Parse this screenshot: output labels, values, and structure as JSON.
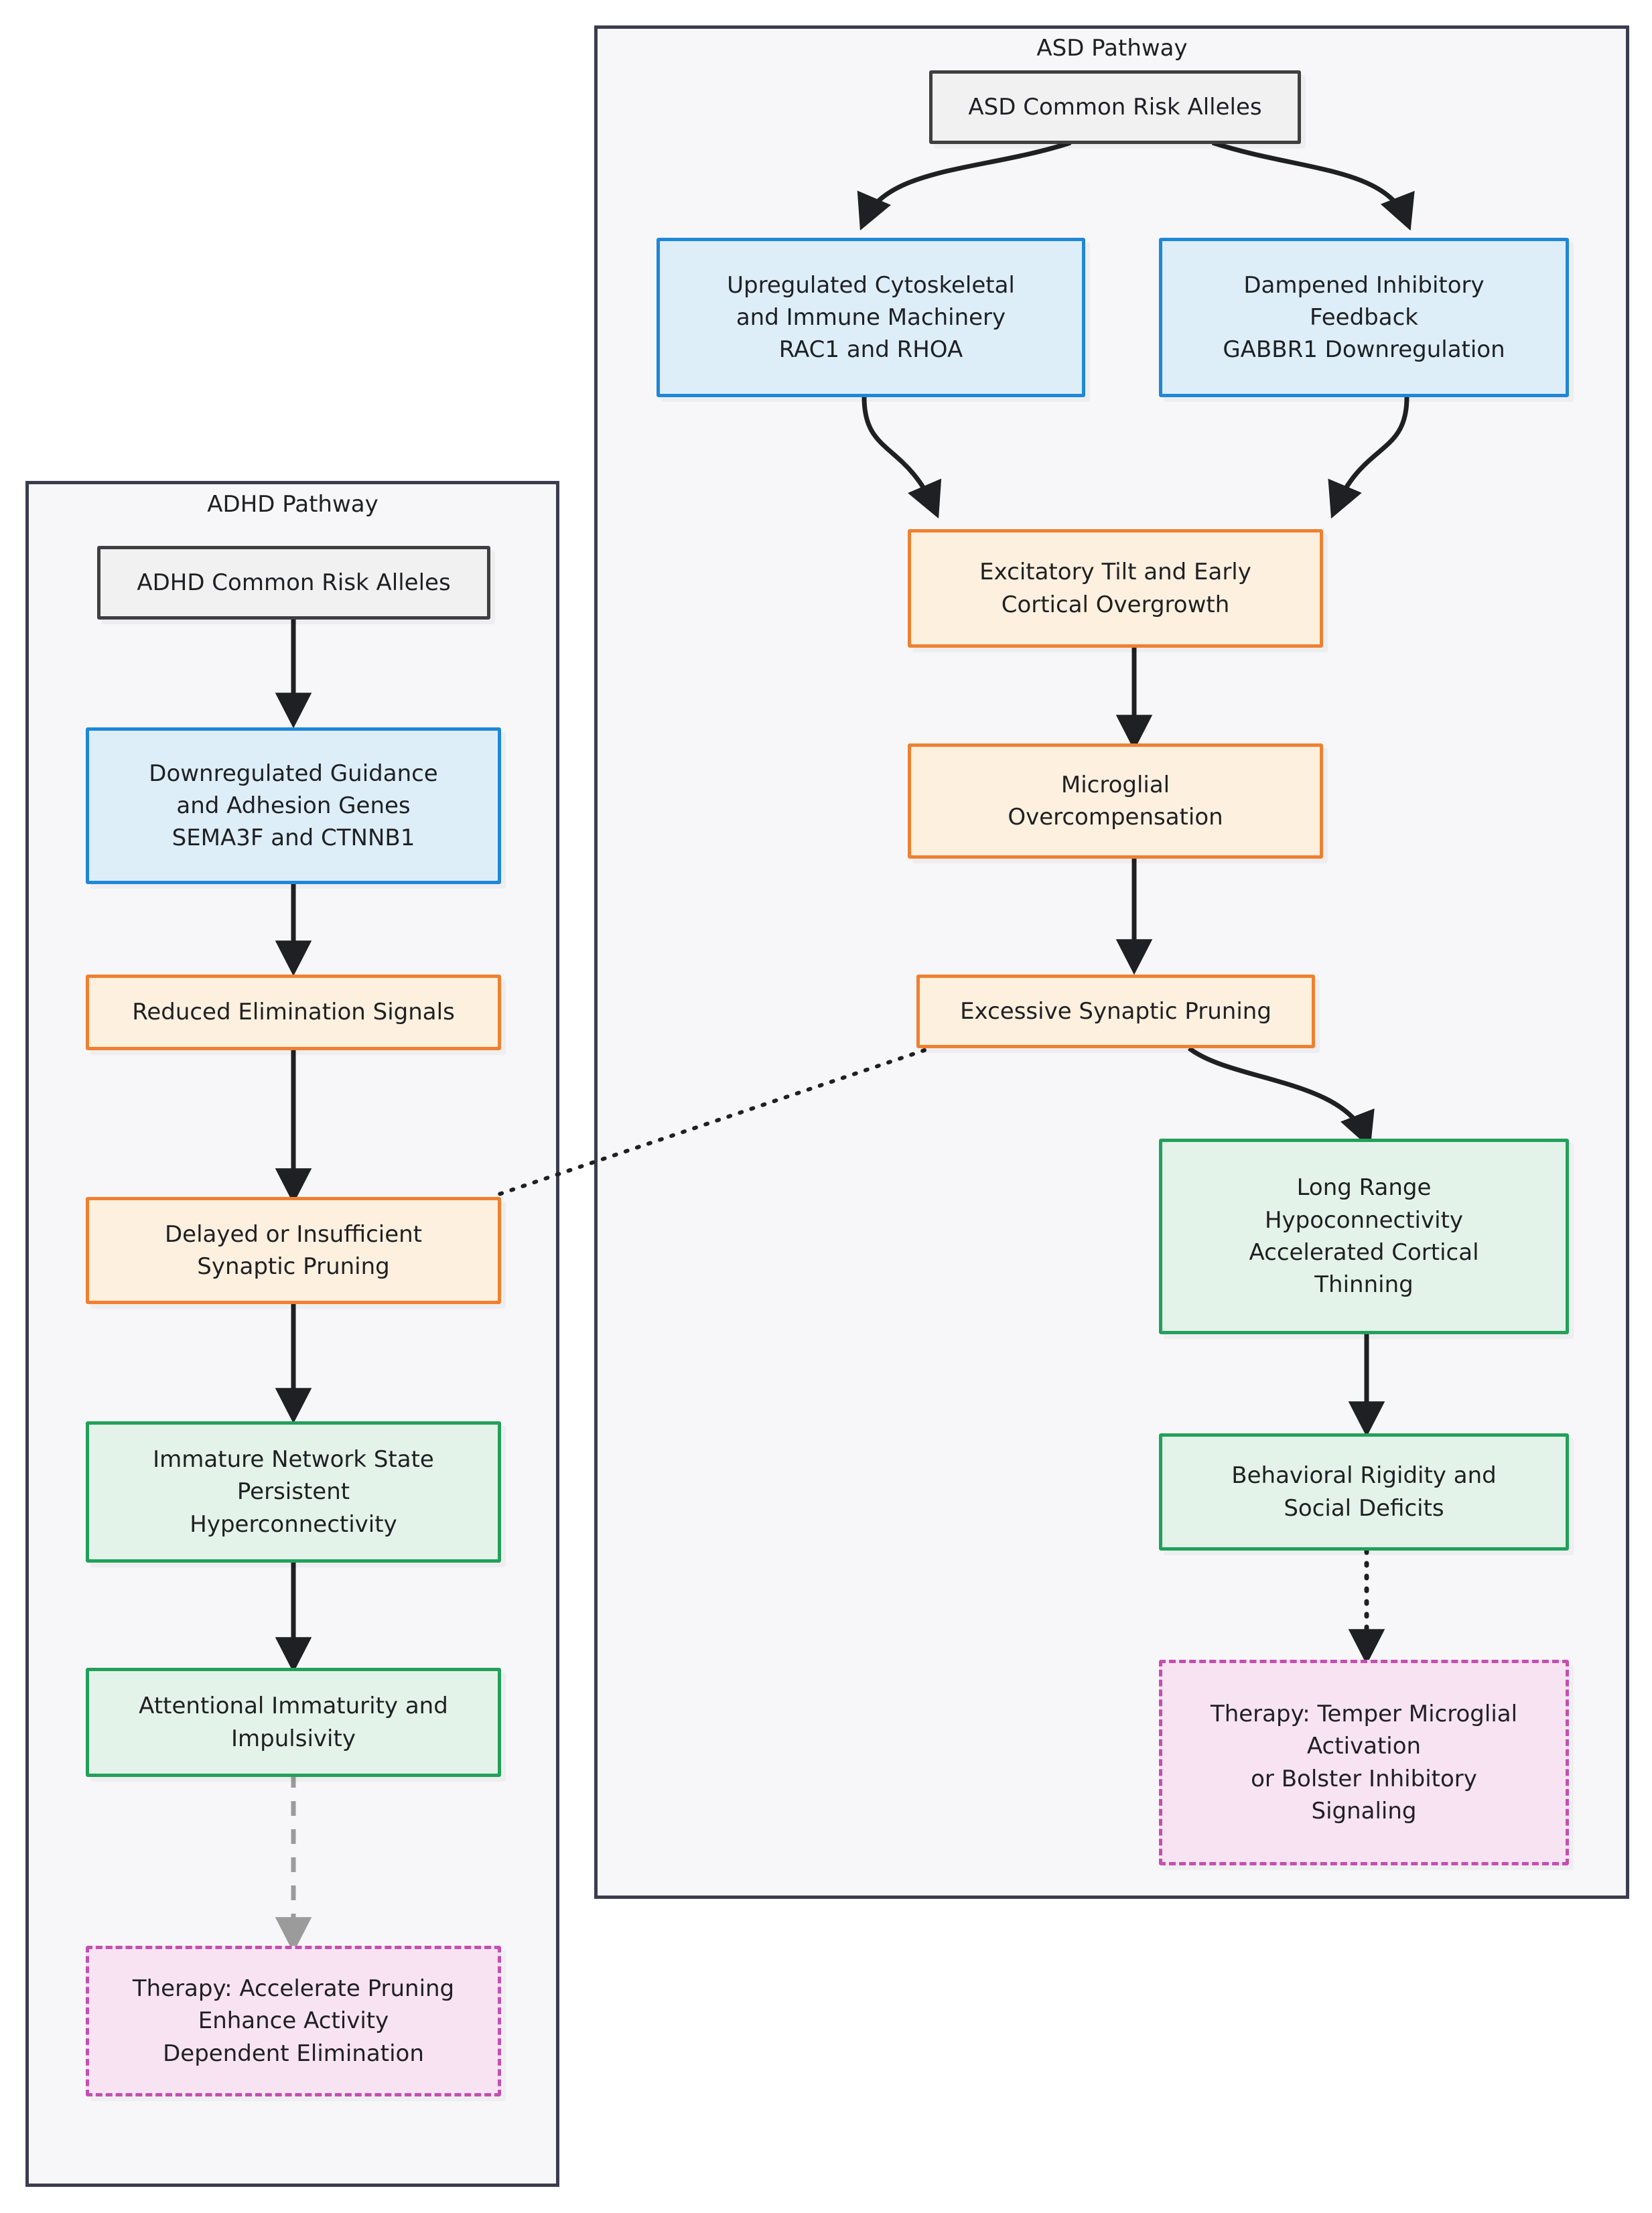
{
  "diagram": {
    "type": "flowchart",
    "orientation": "two-column-subgraphs",
    "background": "#ffffff",
    "palette": {
      "start_fill": "#f1f1f1",
      "start_border": "#3f3f3f",
      "blue_fill": "#ddeef9",
      "blue_border": "#1f87d8",
      "orange_fill": "#fdf0df",
      "orange_border": "#f0802f",
      "green_fill": "#e4f3e9",
      "green_border": "#22a05a",
      "pink_fill": "#f7e3f1",
      "pink_border": "#c44fb0",
      "subgraph_fill": "#f7f7f9",
      "subgraph_border": "#3c3c50",
      "edge_color": "#1f2023",
      "dashed_edge_color": "#9b9b9b"
    }
  },
  "subgraphs": [
    {
      "id": "adhd",
      "title": "ADHD Pathway"
    },
    {
      "id": "asd",
      "title": "ASD Pathway"
    }
  ],
  "adhd_nodes": [
    {
      "id": "adhd_risk",
      "label": "ADHD Common Risk Alleles",
      "style": "start"
    },
    {
      "id": "adhd_genes",
      "label": "Downregulated Guidance\nand Adhesion Genes\nSEMA3F and CTNNB1",
      "style": "blue"
    },
    {
      "id": "adhd_signals",
      "label": "Reduced Elimination Signals",
      "style": "orange"
    },
    {
      "id": "adhd_pruning",
      "label": "Delayed or Insufficient\nSynaptic Pruning",
      "style": "orange"
    },
    {
      "id": "adhd_network",
      "label": "Immature Network State\nPersistent\nHyperconnectivity",
      "style": "green"
    },
    {
      "id": "adhd_outcome",
      "label": "Attentional Immaturity and\nImpulsivity",
      "style": "green"
    },
    {
      "id": "adhd_therapy",
      "label": "Therapy: Accelerate Pruning\nEnhance Activity\nDependent Elimination",
      "style": "pink"
    }
  ],
  "asd_nodes": [
    {
      "id": "asd_risk",
      "label": "ASD Common Risk Alleles",
      "style": "start"
    },
    {
      "id": "asd_cyto",
      "label": "Upregulated Cytoskeletal\nand Immune Machinery\nRAC1 and RHOA",
      "style": "blue"
    },
    {
      "id": "asd_gaba",
      "label": "Dampened Inhibitory\nFeedback\nGABBR1 Downregulation",
      "style": "blue"
    },
    {
      "id": "asd_tilt",
      "label": "Excitatory Tilt and Early\nCortical Overgrowth",
      "style": "orange"
    },
    {
      "id": "asd_micro",
      "label": "Microglial\nOvercompensation",
      "style": "orange"
    },
    {
      "id": "asd_pruning",
      "label": "Excessive Synaptic Pruning",
      "style": "orange"
    },
    {
      "id": "asd_hypo",
      "label": "Long Range\nHypoconnectivity\nAccelerated Cortical\nThinning",
      "style": "green"
    },
    {
      "id": "asd_outcome",
      "label": "Behavioral Rigidity and\nSocial Deficits",
      "style": "green"
    },
    {
      "id": "asd_therapy",
      "label": "Therapy: Temper Microglial\nActivation\nor Bolster Inhibitory\nSignaling",
      "style": "pink"
    }
  ],
  "edges": [
    {
      "from": "adhd_risk",
      "to": "adhd_genes",
      "style": "solid"
    },
    {
      "from": "adhd_genes",
      "to": "adhd_signals",
      "style": "solid"
    },
    {
      "from": "adhd_signals",
      "to": "adhd_pruning",
      "style": "solid"
    },
    {
      "from": "adhd_pruning",
      "to": "adhd_network",
      "style": "solid"
    },
    {
      "from": "adhd_network",
      "to": "adhd_outcome",
      "style": "solid"
    },
    {
      "from": "adhd_outcome",
      "to": "adhd_therapy",
      "style": "dashed-grey"
    },
    {
      "from": "asd_risk",
      "to": "asd_cyto",
      "style": "solid"
    },
    {
      "from": "asd_risk",
      "to": "asd_gaba",
      "style": "solid"
    },
    {
      "from": "asd_cyto",
      "to": "asd_tilt",
      "style": "solid"
    },
    {
      "from": "asd_gaba",
      "to": "asd_tilt",
      "style": "solid"
    },
    {
      "from": "asd_tilt",
      "to": "asd_micro",
      "style": "solid"
    },
    {
      "from": "asd_micro",
      "to": "asd_pruning",
      "style": "solid"
    },
    {
      "from": "asd_pruning",
      "to": "asd_hypo",
      "style": "solid"
    },
    {
      "from": "asd_hypo",
      "to": "asd_outcome",
      "style": "solid"
    },
    {
      "from": "asd_outcome",
      "to": "asd_therapy",
      "style": "dotted"
    },
    {
      "from": "asd_pruning",
      "to": "adhd_pruning",
      "style": "dotted-cross-pathway"
    }
  ]
}
